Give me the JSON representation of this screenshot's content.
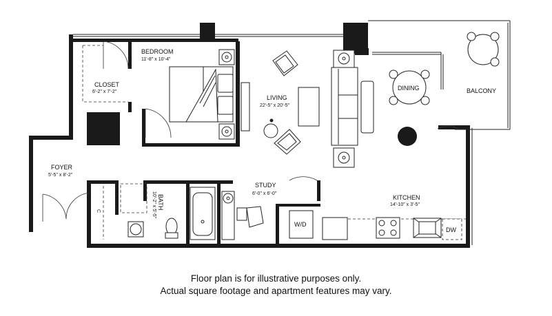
{
  "rooms": {
    "bedroom": {
      "name": "BEDROOM",
      "dims": "11'-8\" x 10'-4\""
    },
    "closet": {
      "name": "CLOSET",
      "dims": "6'-2\" x 7'-2\""
    },
    "living": {
      "name": "LIVING",
      "dims": "22'-5\" x 20'-5\""
    },
    "dining": {
      "name": "DINING"
    },
    "balcony": {
      "name": "BALCONY"
    },
    "foyer": {
      "name": "FOYER",
      "dims": "5'-5\" x 8'-2\""
    },
    "bath": {
      "name": "BATH",
      "dims": "10'-2\" x 5'-5\""
    },
    "study": {
      "name": "STUDY",
      "dims": "6'-0\" x 6'-0\""
    },
    "kitchen": {
      "name": "KITCHEN",
      "dims": "14'-10\" x 3'-5\""
    }
  },
  "fixtures": {
    "washer_dryer": "W/D",
    "dishwasher": "DW",
    "closet_mark": "C"
  },
  "disclaimer": {
    "line1": "Floor plan is for illustrative purposes only.",
    "line2": "Actual square footage and apartment features may vary."
  }
}
